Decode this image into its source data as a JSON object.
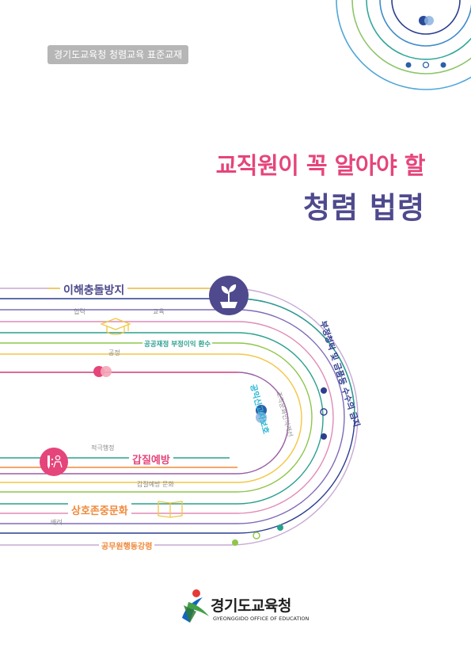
{
  "series_badge": "경기도교육청 청렴교육 표준교재",
  "title": {
    "line1": "교직원이 꼭 알아야 할",
    "line2": "청렴 법령"
  },
  "topics": {
    "conflict_of_interest": "이해충돌방지",
    "public_finance": "공공재정 부정이익 환수",
    "whistleblower": "공익신고자보호",
    "solicitation_ban": "부정청탁 및 금품등 수수의 금지",
    "power_abuse": "갑질예방",
    "mutual_respect": "상호존중문화",
    "code_of_conduct": "공무원행동강령"
  },
  "keywords": {
    "cooperation": "협력",
    "education": "교육",
    "fairness": "공정",
    "active_admin": "적극행정",
    "improvement": "조직문화인식개선",
    "power_abuse_culture": "갑질예방 문화",
    "consideration": "배려"
  },
  "logo": {
    "name_ko": "경기도교육청",
    "name_en": "GYEONGGIDO OFFICE OF EDUCATION"
  },
  "colors": {
    "pink": "#e5457a",
    "purple": "#4f4a8d",
    "navy": "#2c3e8f",
    "teal": "#2aa08e",
    "green": "#8fc54b",
    "yellow": "#f3c744",
    "orange": "#f08a3c",
    "blue": "#2364b0",
    "cyan": "#29b7d4"
  },
  "icons": [
    "sprout-icon",
    "graduation-cap-icon",
    "pen-person-icon",
    "book-icon",
    "dots-pair-icon",
    "ring-dots-icon"
  ]
}
